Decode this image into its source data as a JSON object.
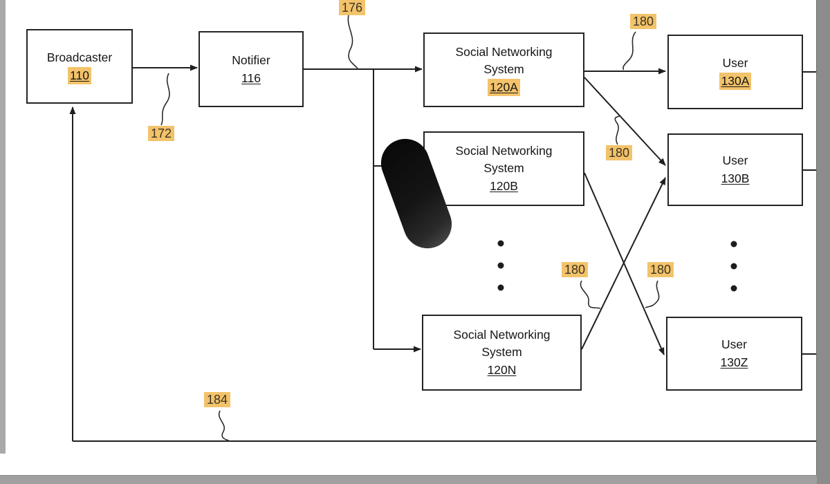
{
  "figure": {
    "boxes": {
      "broadcaster": {
        "line1": "Broadcaster",
        "ref": "110"
      },
      "notifier": {
        "line1": "Notifier",
        "ref": "116"
      },
      "sns_a": {
        "line1": "Social Networking",
        "line2": "System",
        "ref": "120A"
      },
      "sns_b": {
        "line1": "Social Networking",
        "line2": "System",
        "ref": "120B"
      },
      "sns_n": {
        "line1": "Social Networking",
        "line2": "System",
        "ref": "120N"
      },
      "user_a": {
        "line1": "User",
        "ref": "130A"
      },
      "user_b": {
        "line1": "User",
        "ref": "130B"
      },
      "user_z": {
        "line1": "User",
        "ref": "130Z"
      }
    },
    "callouts": {
      "c176": "176",
      "c172": "172",
      "c180_top": "180",
      "c180_mid": "180",
      "c180_left": "180",
      "c180_right": "180",
      "c184": "184"
    },
    "colors": {
      "highlight": "#f3c36b",
      "line": "#1f1f1f",
      "page_edge_gray": "#8c8c8c"
    }
  }
}
